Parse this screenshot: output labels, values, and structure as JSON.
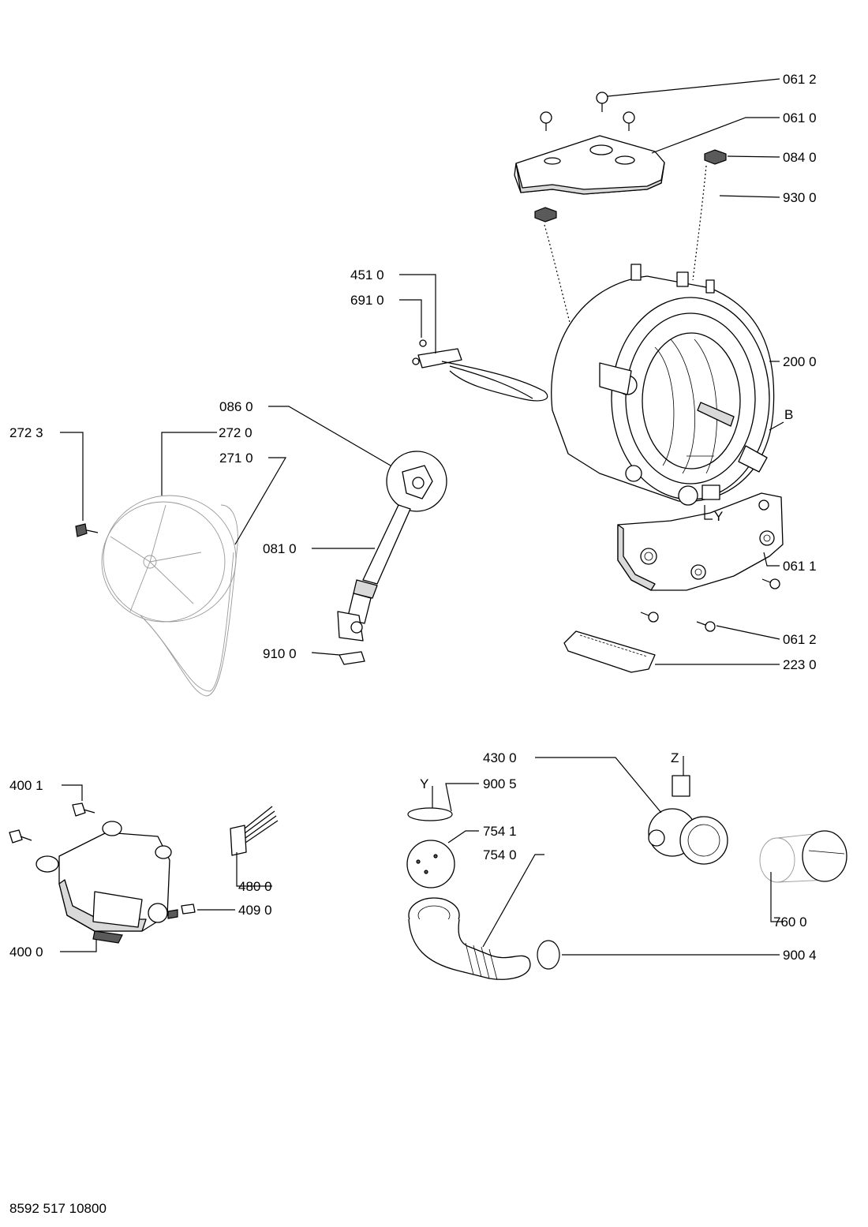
{
  "labels": {
    "l0612a": "061 2",
    "l0610": "061 0",
    "l0840": "084 0",
    "l9300": "930 0",
    "l4510": "451 0",
    "l6910": "691 0",
    "l2000": "200 0",
    "lB": "B",
    "l0860": "086 0",
    "l2723": "272 3",
    "l2720": "272 0",
    "l2710": "271 0",
    "lY1": "Y",
    "l0611": "061 1",
    "l0810": "081 0",
    "l0612b": "061 2",
    "l9100": "910 0",
    "l2230": "223 0",
    "l4300": "430 0",
    "lZ": "Z",
    "l4001": "400 1",
    "lY2": "Y",
    "l9005": "900 5",
    "l7541": "754 1",
    "l7540": "754 0",
    "l4800": "480 0",
    "l4090": "409 0",
    "l7600": "760 0",
    "l4000": "400 0",
    "l9004": "900 4"
  },
  "document_number": "8592 517 10800"
}
